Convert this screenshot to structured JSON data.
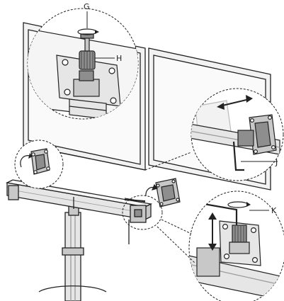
{
  "labels": {
    "g": "G",
    "h": "H",
    "j": "J",
    "k": "K"
  },
  "colors": {
    "line": "#222222",
    "monitor_fill": "#f2f2f2",
    "metal_light": "#e6e6e6",
    "metal_mid": "#c8c8c8",
    "metal_dark": "#8e8e8e",
    "background": "#ffffff"
  }
}
